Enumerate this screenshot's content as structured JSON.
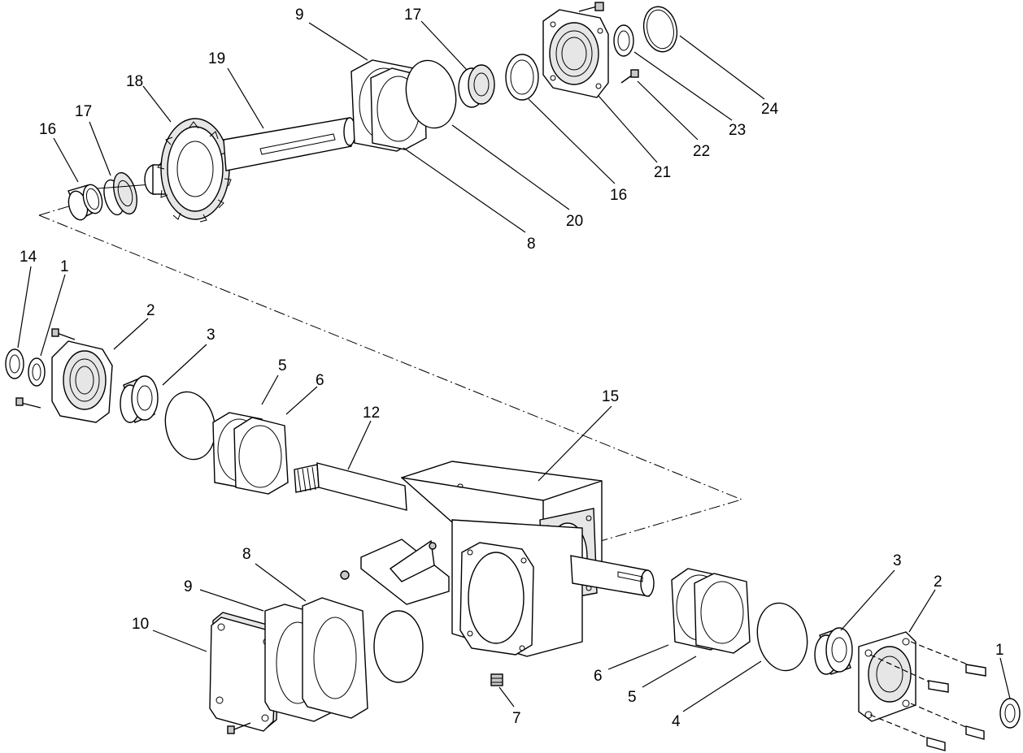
{
  "callouts": [
    {
      "id": "c9a",
      "text": "9"
    },
    {
      "id": "c17a",
      "text": "17"
    },
    {
      "id": "c19",
      "text": "19"
    },
    {
      "id": "c18",
      "text": "18"
    },
    {
      "id": "c17b",
      "text": "17"
    },
    {
      "id": "c16a",
      "text": "16"
    },
    {
      "id": "c24",
      "text": "24"
    },
    {
      "id": "c23",
      "text": "23"
    },
    {
      "id": "c22",
      "text": "22"
    },
    {
      "id": "c21",
      "text": "21"
    },
    {
      "id": "c16b",
      "text": "16"
    },
    {
      "id": "c20",
      "text": "20"
    },
    {
      "id": "c8a",
      "text": "8"
    },
    {
      "id": "c14",
      "text": "14"
    },
    {
      "id": "c1a",
      "text": "1"
    },
    {
      "id": "c2a",
      "text": "2"
    },
    {
      "id": "c3a",
      "text": "3"
    },
    {
      "id": "c5a",
      "text": "5"
    },
    {
      "id": "c6a",
      "text": "6"
    },
    {
      "id": "c12",
      "text": "12"
    },
    {
      "id": "c15",
      "text": "15"
    },
    {
      "id": "c8b",
      "text": "8"
    },
    {
      "id": "c9b",
      "text": "9"
    },
    {
      "id": "c10",
      "text": "10"
    },
    {
      "id": "c7",
      "text": "7"
    },
    {
      "id": "c6b",
      "text": "6"
    },
    {
      "id": "c5b",
      "text": "5"
    },
    {
      "id": "c4",
      "text": "4"
    },
    {
      "id": "c3b",
      "text": "3"
    },
    {
      "id": "c2b",
      "text": "2"
    },
    {
      "id": "c1b",
      "text": "1"
    }
  ]
}
